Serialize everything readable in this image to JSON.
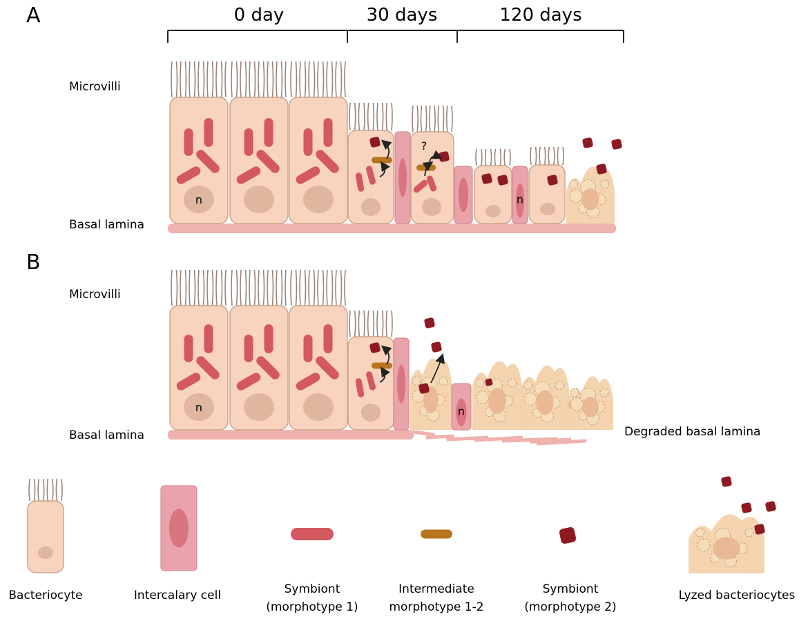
{
  "panel_a": {
    "letter": "A",
    "time_points": [
      "0 day",
      "30 days",
      "120 days"
    ],
    "label_top": "Microvilli",
    "label_bottom": "Basal lamina",
    "nucleus_label": "n",
    "question_mark": "?"
  },
  "panel_b": {
    "letter": "B",
    "label_top": "Microvilli",
    "label_bottom": "Basal lamina",
    "label_degraded": "Degraded basal lamina",
    "nucleus_label": "n"
  },
  "legend": [
    {
      "id": "bacteriocyte",
      "line1": "Bacteriocyte",
      "line2": ""
    },
    {
      "id": "intercalary-cell",
      "line1": "Intercalary cell",
      "line2": ""
    },
    {
      "id": "symbiont-m1",
      "line1": "Symbiont",
      "line2": "(morphotype 1)"
    },
    {
      "id": "intermediate",
      "line1": "Intermediate",
      "line2": "morphotype 1-2"
    },
    {
      "id": "symbiont-m2",
      "line1": "Symbiont",
      "line2": "(morphotype 2)"
    },
    {
      "id": "lyzed",
      "line1": "Lyzed bacteriocytes",
      "line2": ""
    }
  ],
  "colors": {
    "cell_fill": "#f8d3bd",
    "cell_stroke": "#c9a38c",
    "intercalary_fill": "#e9a3aa",
    "intercalary_nucleus": "#d8757f",
    "nucleus": "#dcb09a",
    "symbiont_m1": "#d4585f",
    "intermediate": "#b8751f",
    "symbiont_m2": "#8d1a22",
    "lamina": "#efb2ad",
    "microvilli": "#9a8479",
    "lyzed": "#f2cfa6"
  }
}
